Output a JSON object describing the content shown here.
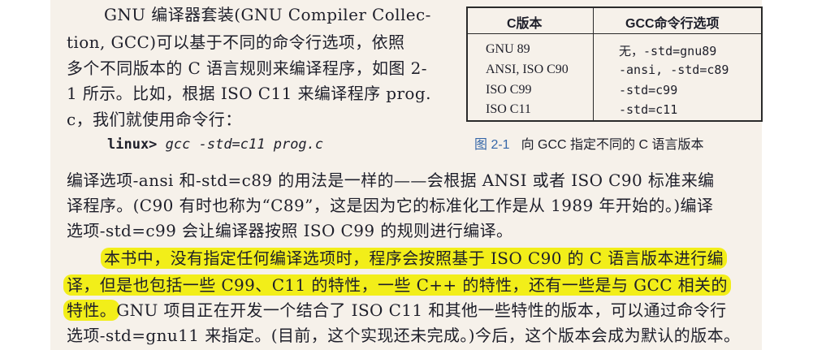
{
  "intro": {
    "l1": "GNU 编译器套装(GNU Compiler Collec-",
    "l2": "tion, GCC)可以基于不同的命令行选项，依照",
    "l3": "多个不同版本的 C 语言规则来编译程序，如图 2-",
    "l4": "1 所示。比如，根据 ISO C11 来编译程序 prog.",
    "l5": "c，我们就使用命令行："
  },
  "command": {
    "prompt": "linux>",
    "cmd": "gcc -std=c11 prog.c"
  },
  "table": {
    "headers": [
      "C版本",
      "GCC命令行选项"
    ],
    "rows": [
      [
        "GNU 89",
        "无，-std=gnu89"
      ],
      [
        "ANSI, ISO C90",
        "-ansi, -std=c89"
      ],
      [
        "ISO C99",
        "-std=c99"
      ],
      [
        "ISO C11",
        "-std=c11"
      ]
    ],
    "caption_label": "图 2-1",
    "caption_text": "向 GCC 指定不同的 C 语言版本"
  },
  "para2": {
    "l1": "编译选项-ansi 和-std=c89 的用法是一样的——会根据 ANSI 或者 ISO C90 标准来编",
    "l2": "译程序。(C90 有时也称为“C89”，这是因为它的标准化工作是从 1989 年开始的。)编译",
    "l3": "选项-std=c99 会让编译器按照 ISO C99 的规则进行编译。"
  },
  "para3": {
    "hl1": "本书中，没有指定任何编译选项时，程序会按照基于 ISO C90 的 C 语言版本进行编",
    "hl2": "译，但是也包括一些 C99、C11 的特性，一些 C++ 的特性，还有一些是与 GCC 相关的",
    "hl3": "特性。",
    "l3_rest": "GNU 项目正在开发一个结合了 ISO C11 和其他一些特性的版本，可以通过命令行",
    "l4": "选项-std=gnu11 来指定。(目前，这个实现还未完成。)今后，这个版本会成为默认的版本。"
  },
  "colors": {
    "highlight": "#f2ee19",
    "paper": "#f6f1ea",
    "caption_number": "#3667a8"
  }
}
